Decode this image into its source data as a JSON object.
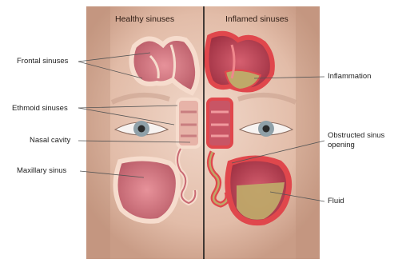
{
  "panels": {
    "left_title": "Healthy sinuses",
    "right_title": "Inflamed sinuses"
  },
  "labels_left": {
    "frontal": "Frontal sinuses",
    "ethmoid": "Ethmoid sinuses",
    "nasal": "Nasal cavity",
    "maxillary": "Maxillary sinus"
  },
  "labels_right": {
    "inflammation": "Inflammation",
    "obstructed_line1": "Obstructed sinus",
    "obstructed_line2": "opening",
    "fluid": "Fluid"
  },
  "colors": {
    "skin": "#e9c9b8",
    "healthy_lining": "#f3d6c6",
    "healthy_tissue": "#c96a74",
    "inflamed_lining": "#e0474c",
    "inflamed_tissue": "#b93f4f",
    "fluid": "#bfa869",
    "divider": "#1a1a1a"
  }
}
